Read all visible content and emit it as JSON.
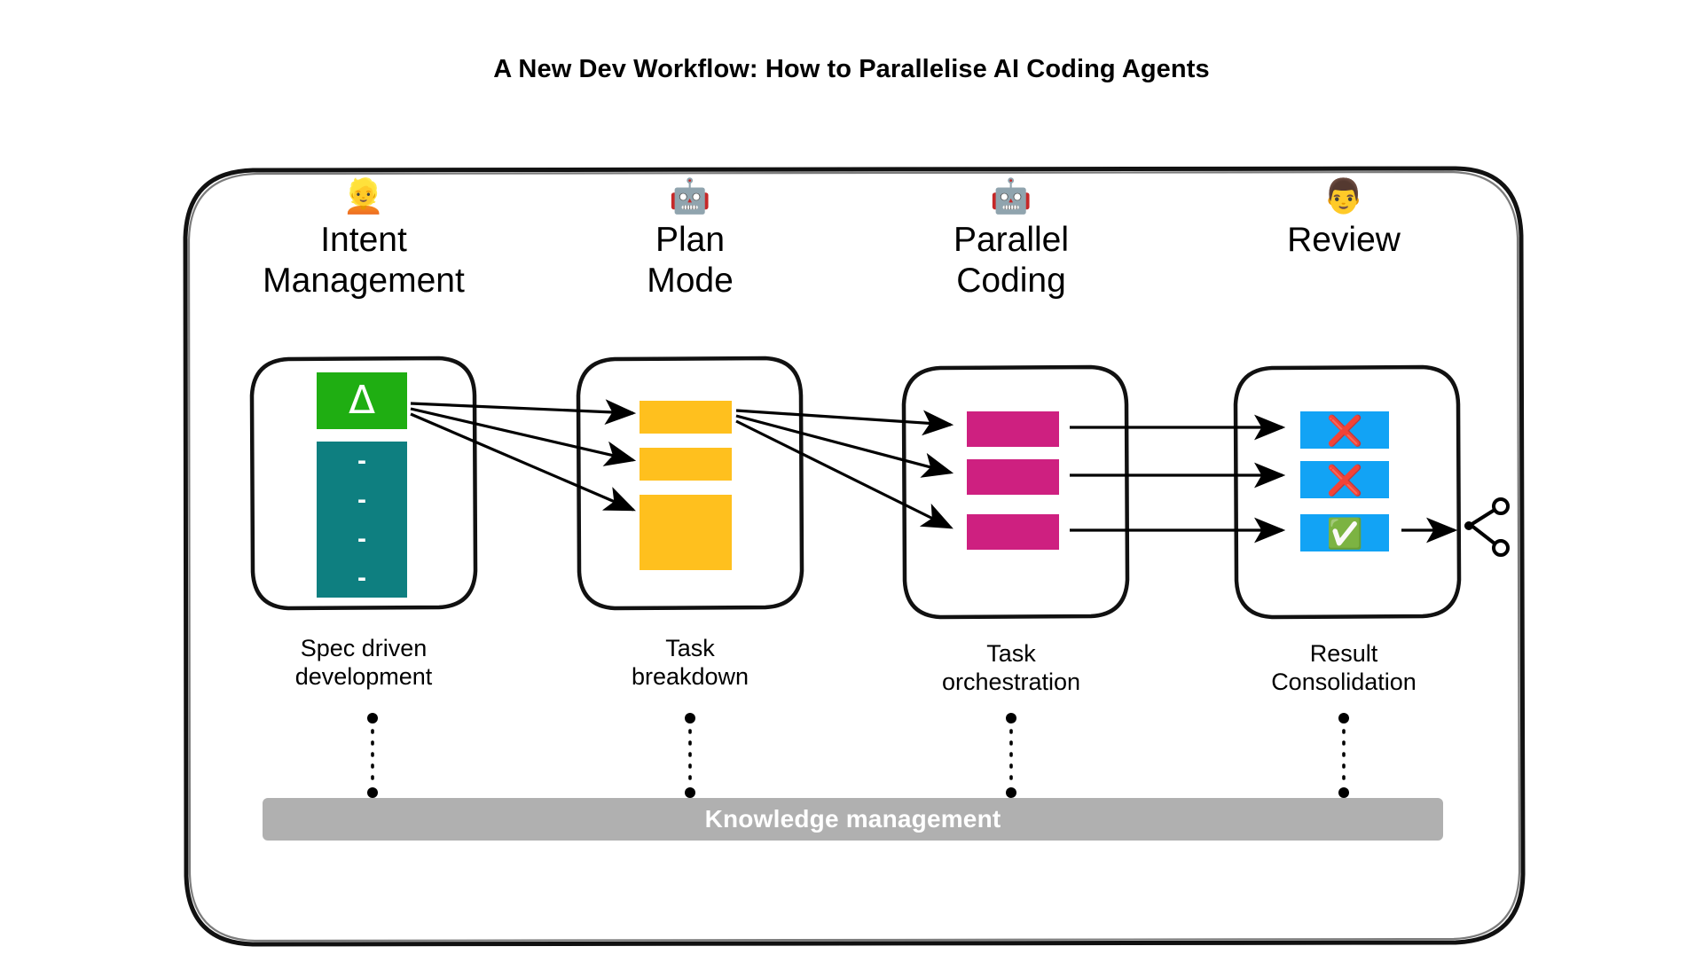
{
  "page": {
    "title": "A New Dev Workflow: How to Parallelise AI Coding Agents",
    "background_color": "#ffffff"
  },
  "colors": {
    "green": "#1fae12",
    "teal": "#0e7f80",
    "yellow": "#ffc01e",
    "pink": "#ce2080",
    "blue": "#12a3f5",
    "knowledge_bar": "#b0b0b0",
    "stroke": "#000000"
  },
  "stages": [
    {
      "id": "intent-management",
      "emoji": "👱",
      "emoji_name": "person-blond-hair-emoji",
      "title": "Intent\nManagement",
      "caption": "Spec driven\ndevelopment",
      "items": [
        {
          "kind": "green",
          "glyph": "Δ",
          "glyph_name": "delta-glyph"
        },
        {
          "kind": "teal",
          "glyph": "-",
          "glyph_name": "dash-glyph"
        },
        {
          "kind": "teal",
          "glyph": "-",
          "glyph_name": "dash-glyph"
        },
        {
          "kind": "teal",
          "glyph": "-",
          "glyph_name": "dash-glyph"
        },
        {
          "kind": "teal",
          "glyph": "-",
          "glyph_name": "dash-glyph"
        }
      ]
    },
    {
      "id": "plan-mode",
      "emoji": "🤖",
      "emoji_name": "robot-emoji",
      "title": "Plan\nMode",
      "caption": "Task\nbreakdown",
      "items": [
        {
          "kind": "yellow",
          "glyph": "",
          "glyph_name": "task-block"
        },
        {
          "kind": "yellow",
          "glyph": "",
          "glyph_name": "task-block"
        },
        {
          "kind": "yellow",
          "glyph": "",
          "glyph_name": "task-block"
        }
      ]
    },
    {
      "id": "parallel-coding",
      "emoji": "🤖",
      "emoji_name": "robot-emoji",
      "title": "Parallel\nCoding",
      "caption": "Task\norchestration",
      "items": [
        {
          "kind": "pink",
          "glyph": "",
          "glyph_name": "agent-block"
        },
        {
          "kind": "pink",
          "glyph": "",
          "glyph_name": "agent-block"
        },
        {
          "kind": "pink",
          "glyph": "",
          "glyph_name": "agent-block"
        }
      ]
    },
    {
      "id": "review",
      "emoji": "👨",
      "emoji_name": "man-emoji",
      "title": "Review",
      "caption": "Result\nConsolidation",
      "items": [
        {
          "kind": "blue",
          "glyph": "❌",
          "glyph_name": "cross-mark-emoji"
        },
        {
          "kind": "blue",
          "glyph": "❌",
          "glyph_name": "cross-mark-emoji"
        },
        {
          "kind": "blue",
          "glyph": "✅",
          "glyph_name": "check-mark-emoji"
        }
      ]
    }
  ],
  "knowledge": {
    "label": "Knowledge management"
  },
  "merge": {
    "icon_name": "git-merge-icon"
  }
}
